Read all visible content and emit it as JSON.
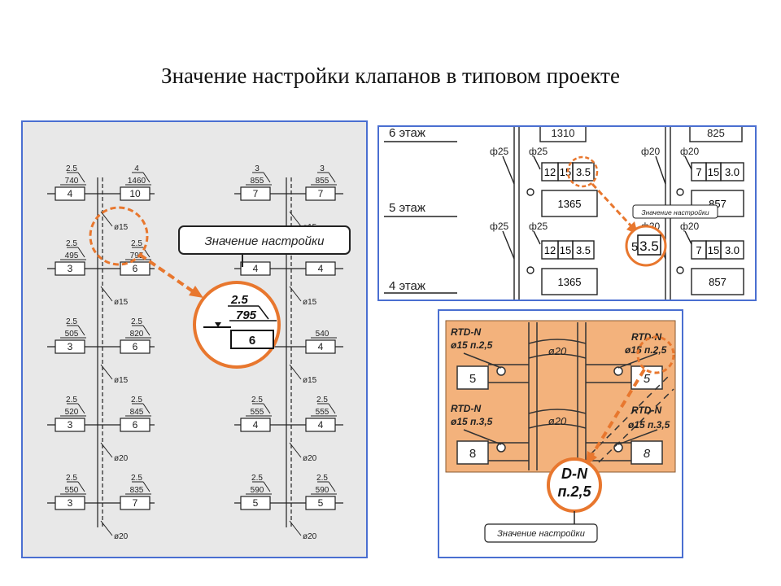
{
  "slide_title": "Значение настройки клапанов в типовом проекте",
  "left_panel": {
    "callout": "Значение настройки",
    "zoom": {
      "setting": "2.5",
      "flow": "795",
      "value": "6"
    },
    "left_riser": {
      "floors": [
        {
          "set_a": "2.5",
          "flow_a": "740",
          "val_a": "4",
          "set_b": "4",
          "flow_b": "1460",
          "val_b": "10"
        },
        {
          "set_a": "2.5",
          "flow_a": "495",
          "val_a": "3",
          "set_b": "2.5",
          "flow_b": "795",
          "val_b": "6"
        },
        {
          "set_a": "2.5",
          "flow_a": "505",
          "val_a": "3",
          "set_b": "2.5",
          "flow_b": "820",
          "val_b": "6"
        },
        {
          "set_a": "2.5",
          "flow_a": "520",
          "val_a": "3",
          "set_b": "2.5",
          "flow_b": "845",
          "val_b": "6"
        },
        {
          "set_a": "2.5",
          "flow_a": "550",
          "val_a": "3",
          "set_b": "2.5",
          "flow_b": "835",
          "val_b": "7"
        }
      ],
      "pipes": [
        "ø15",
        "ø15",
        "ø15",
        "ø20",
        "ø20"
      ]
    },
    "right_riser": {
      "floors": [
        {
          "set_a": "3",
          "flow_a": "855",
          "val_a": "7",
          "set_b": "3",
          "flow_b": "855",
          "val_b": "7"
        },
        {
          "set_a": "",
          "flow_a": "",
          "val_a": "4",
          "set_b": "",
          "flow_b": "",
          "val_b": "4"
        },
        {
          "set_a": "",
          "flow_a": "",
          "val_a": "",
          "set_b": "",
          "flow_b": "540",
          "val_b": "4"
        },
        {
          "set_a": "2.5",
          "flow_a": "555",
          "val_a": "4",
          "set_b": "2.5",
          "flow_b": "555",
          "val_b": "4"
        },
        {
          "set_a": "2.5",
          "flow_a": "590",
          "val_a": "5",
          "set_b": "2.5",
          "flow_b": "590",
          "val_b": "5"
        }
      ],
      "pipes": [
        "ø15",
        "ø15",
        "ø15",
        "ø20",
        "ø20"
      ]
    }
  },
  "top_right_panel": {
    "floor_6": "6 этаж",
    "floor_5": "5 этаж",
    "floor_4": "4 этаж",
    "top_vals": [
      "1310",
      "825"
    ],
    "phi_a": "ф25",
    "phi_b": "ф20",
    "row1_left": [
      "12",
      "15",
      "3.5"
    ],
    "row1_right": [
      "7",
      "15",
      "3.0"
    ],
    "flow_1365": "1365",
    "flow_857": "857",
    "zoom_val": "3.5",
    "zoom_prefix": "5",
    "callout": "Значение настройки",
    "row2_left": [
      "12",
      "15",
      "3.5"
    ],
    "row2_right": [
      "7",
      "15",
      "3.0"
    ]
  },
  "bottom_right_panel": {
    "valve_top_left": {
      "name": "RTD-N",
      "spec": "ø15 п.2,5",
      "box": "5"
    },
    "valve_top_right": {
      "name": "RTD-N",
      "spec": "ø15 п.2,5",
      "box": "5"
    },
    "valve_bottom_left": {
      "name": "RTD-N",
      "spec": "ø15 п.3,5",
      "box": "8"
    },
    "valve_bottom_right": {
      "name": "RTD-N",
      "spec": "ø15 п.3,5",
      "box": "8"
    },
    "pipe_top": "ø20",
    "pipe_bottom": "ø20",
    "zoom_name": "D-N",
    "zoom_spec": "п.2,5",
    "callout": "Значение настройки"
  },
  "colors": {
    "accent": "#e8772e",
    "panel_border": "#4a6fd1",
    "drawing_bg": "#f3b27c"
  }
}
